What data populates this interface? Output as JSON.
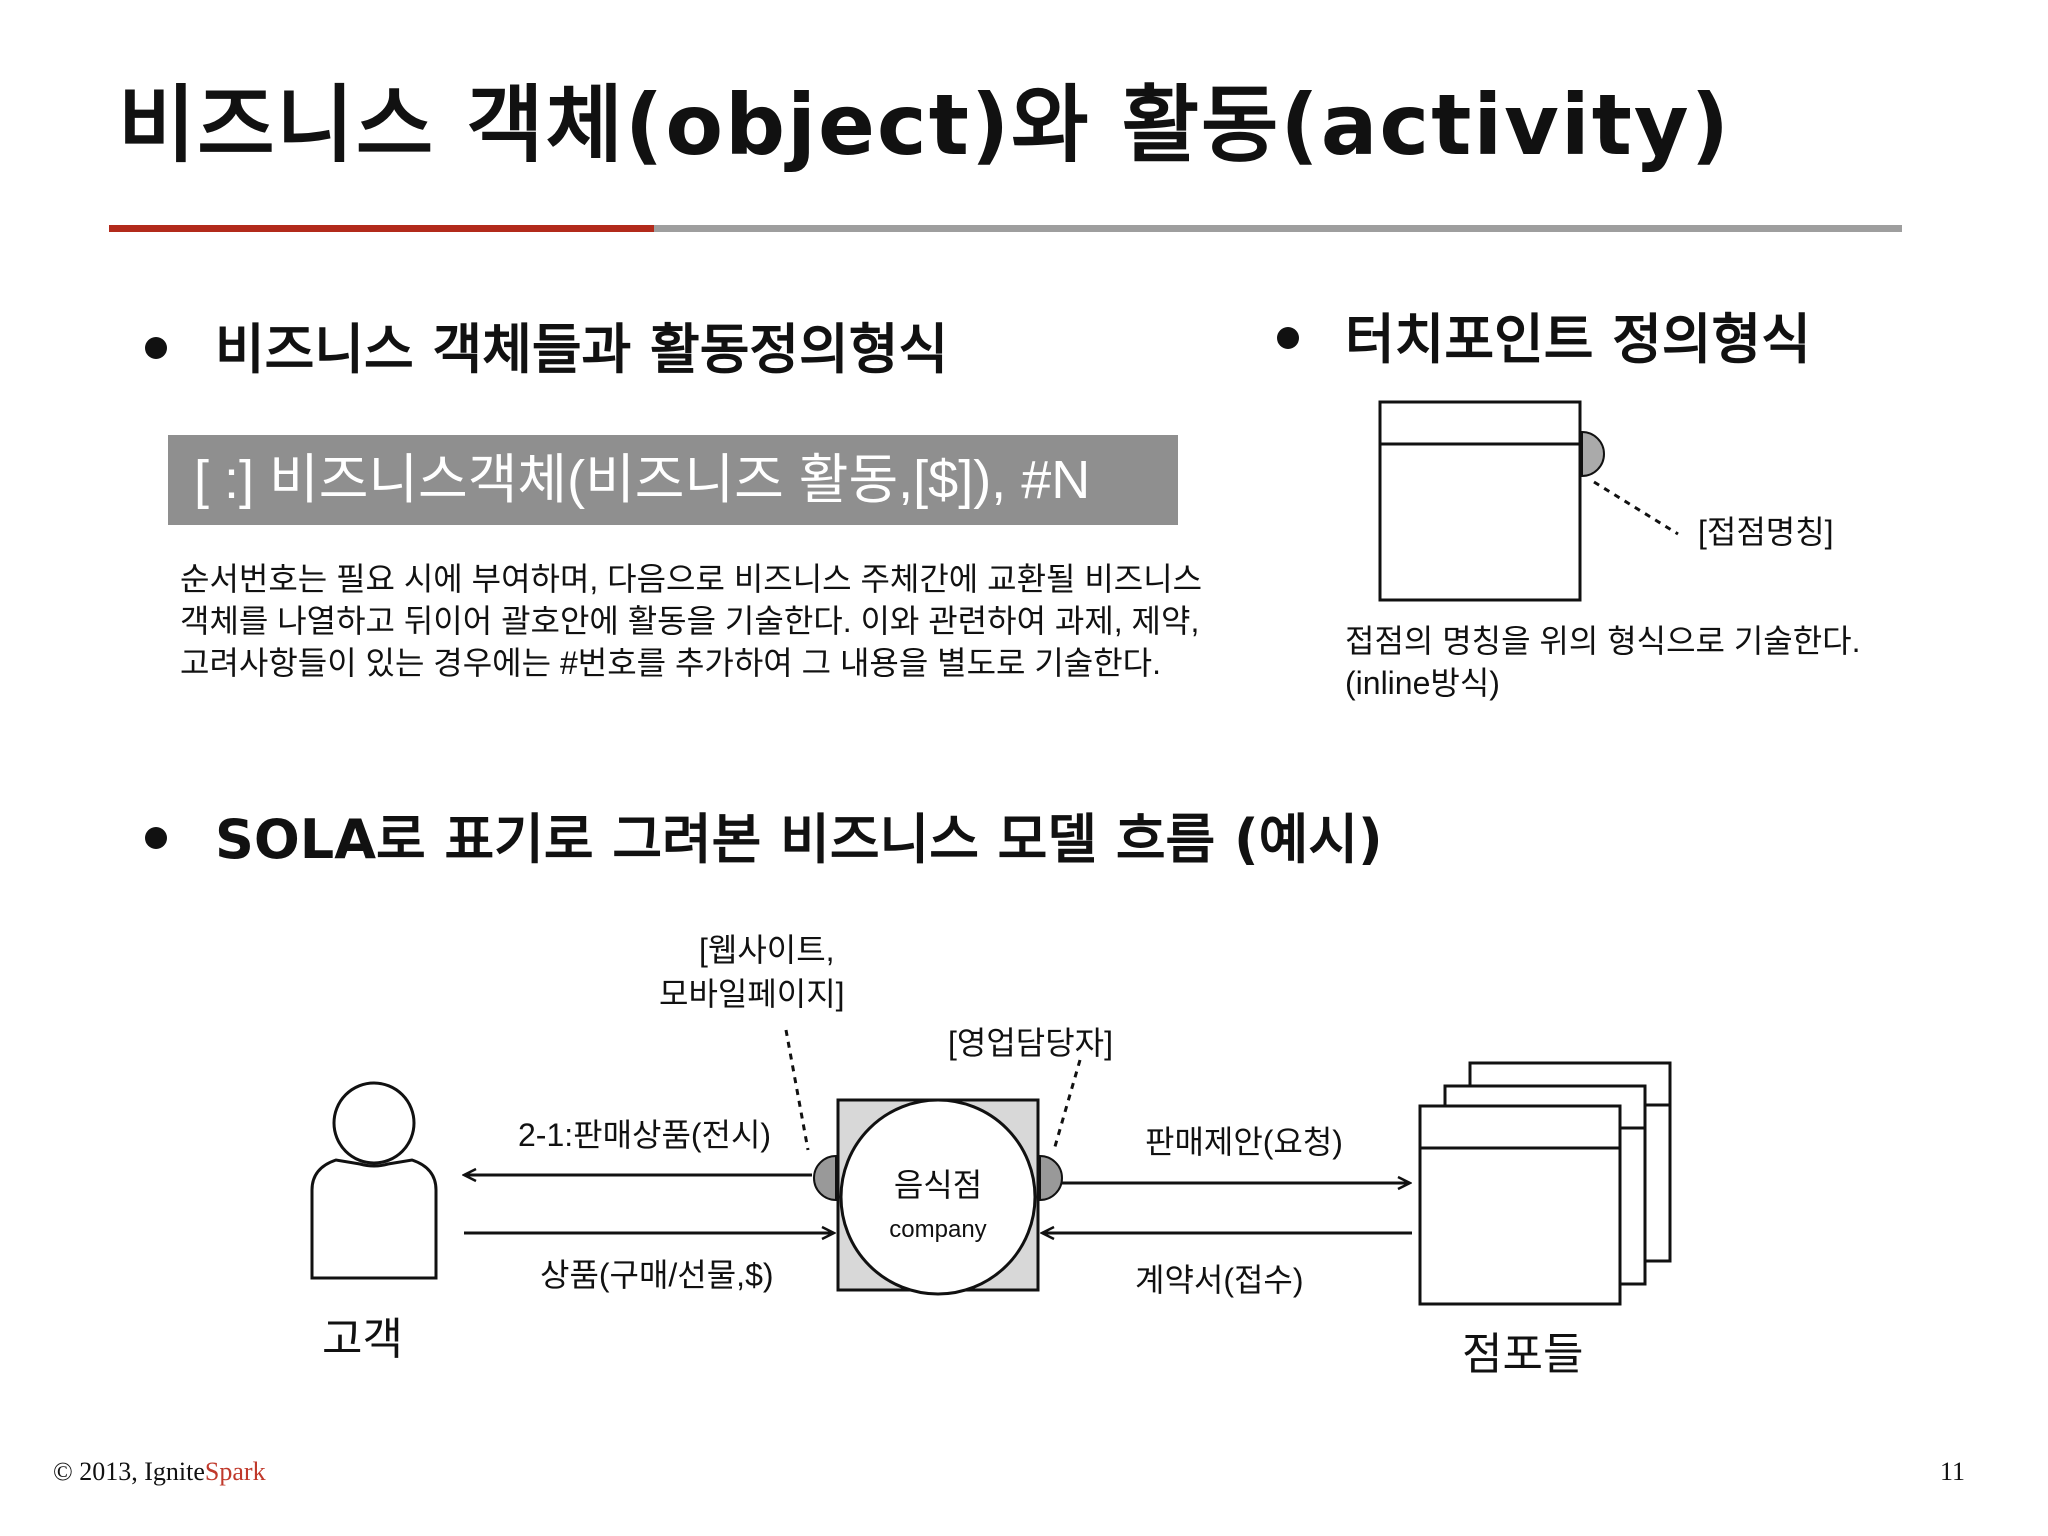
{
  "slide": {
    "title": "비즈니스 객체(object)와 활동(activity)",
    "accent_color": "#b22a1b",
    "rule_color": "#9e9e9e"
  },
  "section1": {
    "heading": "비즈니스 객체들과 활동정의형식",
    "formula": "[ :] 비즈니스객체(비즈니즈 활동,[$]), #N",
    "description": [
      "순서번호는 필요 시에 부여하며, 다음으로 비즈니스 주체간에 교환될 비즈니스",
      "객체를 나열하고 뒤이어 괄호안에 활동을 기술한다. 이와 관련하여 과제, 제약,",
      "고려사항들이 있는 경우에는 #번호를 추가하여 그 내용을 별도로 기술한다."
    ]
  },
  "section2": {
    "heading": "터치포인트 정의형식",
    "touchpoint_label": "[접점명칭]",
    "description": [
      "접점의 명칭을 위의 형식으로 기술한다.",
      "(inline방식)"
    ]
  },
  "section3": {
    "heading": "SOLA로 표기로 그려본 비즈니스 모델 흐름 (예시)",
    "customer_label": "고객",
    "center_label": "음식점",
    "center_sub": "company",
    "stores_label": "점포들",
    "touchpoint_web": [
      "[웹사이트,",
      "모바일페이지]"
    ],
    "touchpoint_sales": "[영업담당자]",
    "flow_top_left": "2-1:판매상품(전시)",
    "flow_bottom_left": "상품(구매/선물,$)",
    "flow_top_right": "판매제안(요청)",
    "flow_bottom_right": "계약서(접수)"
  },
  "footer": {
    "copyright": "© 2013, Ignite",
    "brand": "Spark",
    "brand_color": "#c0392b",
    "page_number": "11"
  }
}
